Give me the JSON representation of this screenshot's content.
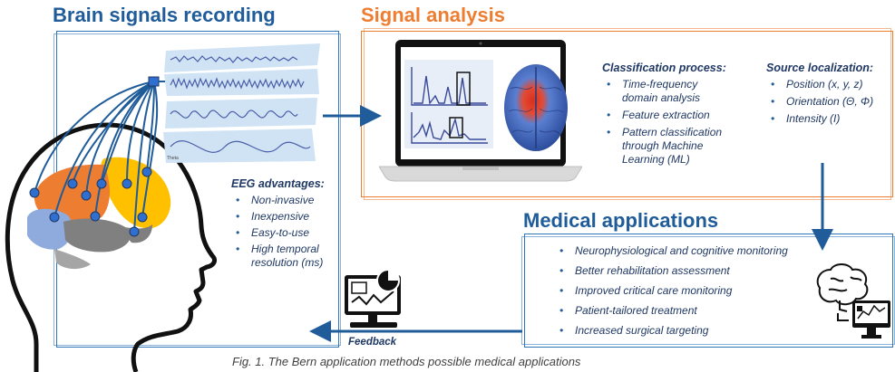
{
  "sections": {
    "recording_title": "Brain signals recording",
    "analysis_title": "Signal analysis",
    "medical_title": "Medical applications"
  },
  "eeg_advantages": {
    "title": "EEG advantages:",
    "items": [
      "Non-invasive",
      "Inexpensive",
      "Easy-to-use",
      "High temporal resolution (ms)"
    ]
  },
  "classification": {
    "title": "Classification process:",
    "items": [
      "Time-frequency domain analysis",
      "Feature extraction",
      "Pattern classification through Machine Learning (ML)"
    ]
  },
  "source_localization": {
    "title": "Source localization:",
    "items": [
      "Position (x, y, z)",
      "Orientation (Θ, Φ)",
      "Intensity (I)"
    ]
  },
  "medical_items": [
    "Neurophysiological and cognitive monitoring",
    "Better rehabilitation assessment",
    "Improved critical care monitoring",
    "Patient-tailored treatment",
    "Increased surgical targeting"
  ],
  "feedback_label": "Feedback",
  "caption": "Fig. 1. The Bern application methods possible medical applications",
  "colors": {
    "blue": "#1f5c99",
    "orange": "#ed7d31",
    "navy": "#1f3864",
    "arrow": "#1f5c99"
  },
  "icons": [
    "head-profile-icon",
    "brain-icon",
    "laptop-icon",
    "brain-heatmap-icon",
    "monitor-report-icon",
    "brain-monitor-icon"
  ]
}
